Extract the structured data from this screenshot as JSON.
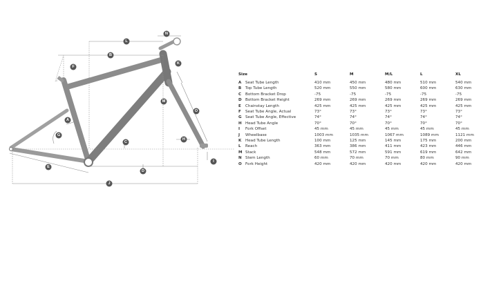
{
  "table": {
    "size_header": "Size",
    "sizes": [
      "S",
      "M",
      "M/L",
      "L",
      "XL"
    ],
    "rows": [
      {
        "code": "A",
        "label": "Seat Tube Length",
        "values": [
          "410 mm",
          "450 mm",
          "480 mm",
          "510 mm",
          "540 mm"
        ]
      },
      {
        "code": "B",
        "label": "Top Tube Length",
        "values": [
          "520 mm",
          "550 mm",
          "580 mm",
          "600 mm",
          "630 mm"
        ]
      },
      {
        "code": "C",
        "label": "Bottom Bracket Drop",
        "values": [
          "-75",
          "-75",
          "-75",
          "-75",
          "-75"
        ]
      },
      {
        "code": "D",
        "label": "Bottom Bracket Height",
        "values": [
          "269 mm",
          "269 mm",
          "269 mm",
          "269 mm",
          "269 mm"
        ]
      },
      {
        "code": "E",
        "label": "Chainstay Length",
        "values": [
          "425 mm",
          "425 mm",
          "425 mm",
          "425 mm",
          "425 mm"
        ]
      },
      {
        "code": "F",
        "label": "Seat Tube Angle, Actual",
        "values": [
          "73°",
          "73°",
          "73°",
          "73°",
          "73°"
        ]
      },
      {
        "code": "G",
        "label": "Seat Tube Angle, Effective",
        "values": [
          "74°",
          "74°",
          "74°",
          "74°",
          "74°"
        ]
      },
      {
        "code": "H",
        "label": "Head Tube Angle",
        "values": [
          "70°",
          "70°",
          "70°",
          "70°",
          "70°"
        ]
      },
      {
        "code": "I",
        "label": "Fork Offset",
        "values": [
          "45 mm",
          "45 mm",
          "45 mm",
          "45 mm",
          "45 mm"
        ]
      },
      {
        "code": "J",
        "label": "Wheelbase",
        "values": [
          "1003 mm",
          "1035 mm",
          "1067 mm",
          "1089 mm",
          "1121 mm"
        ]
      },
      {
        "code": "K",
        "label": "Head Tube Length",
        "values": [
          "100 mm",
          "125 mm",
          "145 mm",
          "175 mm",
          "200 mm"
        ]
      },
      {
        "code": "L",
        "label": "Reach",
        "values": [
          "363 mm",
          "386 mm",
          "411 mm",
          "423 mm",
          "446 mm"
        ]
      },
      {
        "code": "M",
        "label": "Stack",
        "values": [
          "548 mm",
          "572 mm",
          "591 mm",
          "619 mm",
          "642 mm"
        ]
      },
      {
        "code": "N",
        "label": "Stem Length",
        "values": [
          "60 mm",
          "70 mm",
          "70 mm",
          "80 mm",
          "90 mm"
        ]
      },
      {
        "code": "O",
        "label": "Fork Height",
        "values": [
          "420 mm",
          "420 mm",
          "420 mm",
          "420 mm",
          "420 mm"
        ]
      }
    ]
  },
  "diagram": {
    "labels": [
      "A",
      "B",
      "C",
      "D",
      "E",
      "F",
      "G",
      "H",
      "I",
      "J",
      "K",
      "L",
      "M",
      "N",
      "O"
    ],
    "label_color": "#555555",
    "frame_color": "#8a8a8a",
    "dim_line_color": "#777777"
  }
}
